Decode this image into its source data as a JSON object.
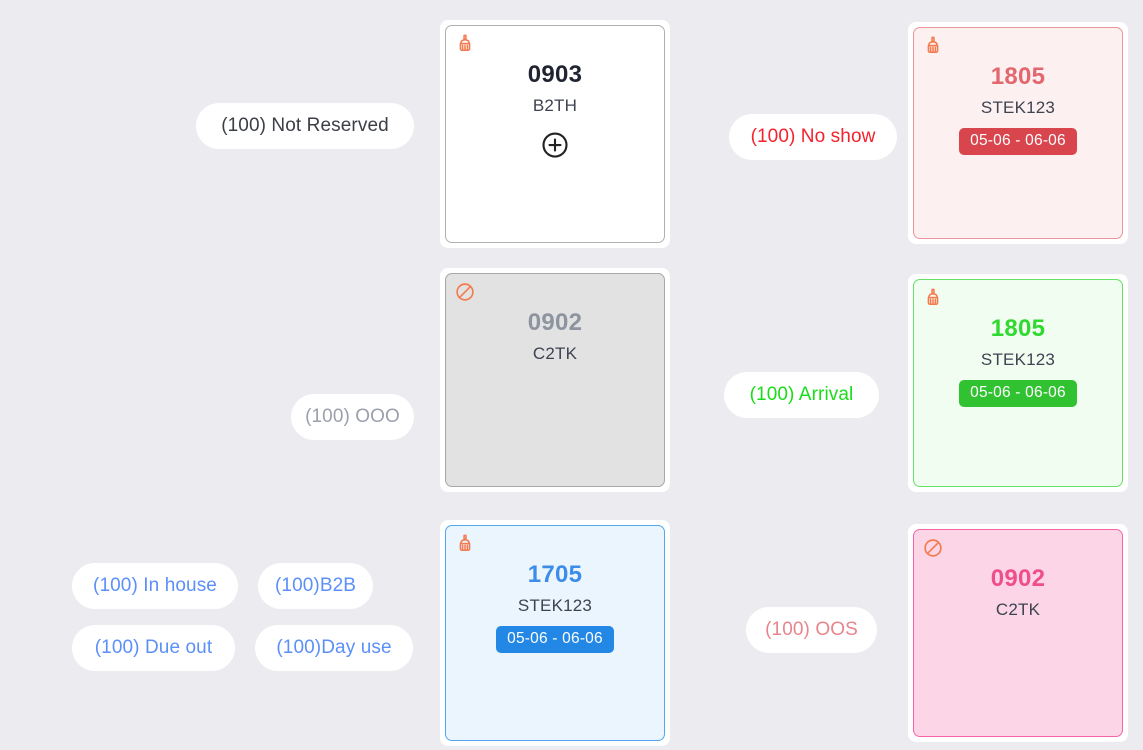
{
  "theme": {
    "background": "#ebebf0",
    "card_surface": "#ffffff",
    "accent_clean_icon": "#f47b4f",
    "accent_block_icon": "#f47b4f"
  },
  "legend": {
    "pills": [
      {
        "key": "not-reserved",
        "label": "(100) Not Reserved",
        "color": "#3b3f46"
      },
      {
        "key": "no-show",
        "label": "(100) No show",
        "color": "#f5222d"
      },
      {
        "key": "ooo",
        "label": "(100) OOO",
        "color": "#9aa0ac"
      },
      {
        "key": "arrival",
        "label": "(100) Arrival",
        "color": "#19dd19"
      },
      {
        "key": "in-house",
        "label": "(100) In house",
        "color": "#5b8ff9"
      },
      {
        "key": "b2b",
        "label": "(100)B2B",
        "color": "#5b8ff9"
      },
      {
        "key": "due-out",
        "label": "(100) Due out",
        "color": "#5b8ff9"
      },
      {
        "key": "day-use",
        "label": "(100)Day use",
        "color": "#5b8ff9"
      },
      {
        "key": "oos",
        "label": "(100) OOS",
        "color": "#e8858c"
      }
    ]
  },
  "cards": [
    {
      "key": "not-reserved",
      "corner_icon": "broom-icon",
      "room_number": "0903",
      "room_type": "B2TH",
      "date_range": null,
      "action_icon": "plus-circle-icon",
      "colors": {
        "fill": "#ffffff",
        "border": "#b0b0b0",
        "room_number": "#1f2430",
        "badge": null
      }
    },
    {
      "key": "no-show",
      "corner_icon": "broom-icon",
      "room_number": "1805",
      "room_type": "STEK123",
      "date_range": "05-06 - 06-06",
      "action_icon": null,
      "colors": {
        "fill": "#fdf0f0",
        "border": "#e9959a",
        "room_number": "#e2676f",
        "badge": "#d9454d"
      }
    },
    {
      "key": "ooo",
      "corner_icon": "block-icon",
      "room_number": "0902",
      "room_type": "C2TK",
      "date_range": null,
      "action_icon": null,
      "colors": {
        "fill": "#e2e2e2",
        "border": "#a8a8a8",
        "room_number": "#8e949f",
        "badge": null
      }
    },
    {
      "key": "arrival",
      "corner_icon": "broom-icon",
      "room_number": "1805",
      "room_type": "STEK123",
      "date_range": "05-06 - 06-06",
      "action_icon": null,
      "colors": {
        "fill": "#f2fdf2",
        "border": "#66e066",
        "room_number": "#2fd92f",
        "badge": "#30c230"
      }
    },
    {
      "key": "in-house",
      "corner_icon": "broom-icon",
      "room_number": "1705",
      "room_type": "STEK123",
      "date_range": "05-06 - 06-06",
      "action_icon": null,
      "colors": {
        "fill": "#eaf5fe",
        "border": "#52a7ef",
        "room_number": "#3d8ce8",
        "badge": "#2287e5"
      }
    },
    {
      "key": "oos",
      "corner_icon": "block-icon",
      "room_number": "0902",
      "room_type": "C2TK",
      "date_range": null,
      "action_icon": null,
      "colors": {
        "fill": "#fcd6e6",
        "border": "#f564a9",
        "room_number": "#ef4e8c",
        "badge": null
      }
    }
  ]
}
